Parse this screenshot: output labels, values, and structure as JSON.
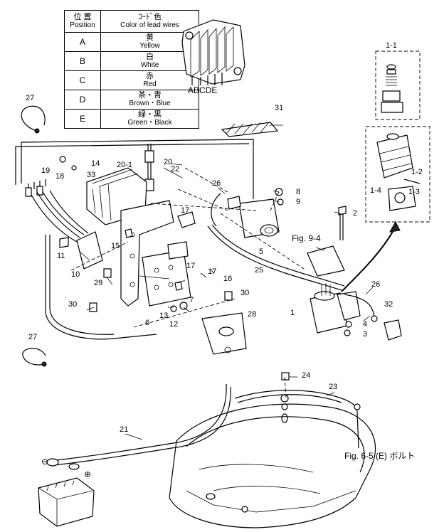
{
  "color_table": {
    "header": {
      "position_jp": "位 置",
      "position_en": "Position",
      "color_jp": "ｺｰﾄﾞ色",
      "color_en": "Color of lead wires"
    },
    "rows": [
      {
        "pos": "A",
        "jp": "黄",
        "en": "Yellow"
      },
      {
        "pos": "B",
        "jp": "白",
        "en": "White"
      },
      {
        "pos": "C",
        "jp": "赤",
        "en": "Red"
      },
      {
        "pos": "D",
        "jp": "茶・青",
        "en": "Brown・Blue"
      },
      {
        "pos": "E",
        "jp": "緑・黒",
        "en": "Green・Black"
      }
    ]
  },
  "connector_letters": "ABCDE",
  "callouts": {
    "c1": "1",
    "c1_1": "1-1",
    "c1_2": "1-2",
    "c1_3": "1-3",
    "c1_4": "1-4",
    "c2": "2",
    "c3": "3",
    "c4": "4",
    "c5": "5",
    "c6": "6",
    "c7": "7",
    "c8": "8",
    "c9": "9",
    "c10": "10",
    "c11": "11",
    "c12": "12",
    "c13": "13",
    "c14": "14",
    "c15": "15",
    "c16": "16",
    "c17a": "17",
    "c17b": "17",
    "c17c": "17",
    "c18": "18",
    "c19": "19",
    "c20": "20",
    "c20_1": "20-1",
    "c21": "21",
    "c22": "22",
    "c23": "23",
    "c24": "24",
    "c25": "25",
    "c26a": "26",
    "c26b": "26",
    "c27a": "27",
    "c27b": "27",
    "c28": "28",
    "c29": "29",
    "c30a": "30",
    "c30b": "30",
    "c31": "31",
    "c32": "32",
    "c33": "33"
  },
  "figure_refs": {
    "fig94": "Fig. 9-4",
    "fig65": "Fig. 6-5 (E) ボルト"
  },
  "battery_marks": {
    "minus": "⊖",
    "plus": "⊕"
  }
}
